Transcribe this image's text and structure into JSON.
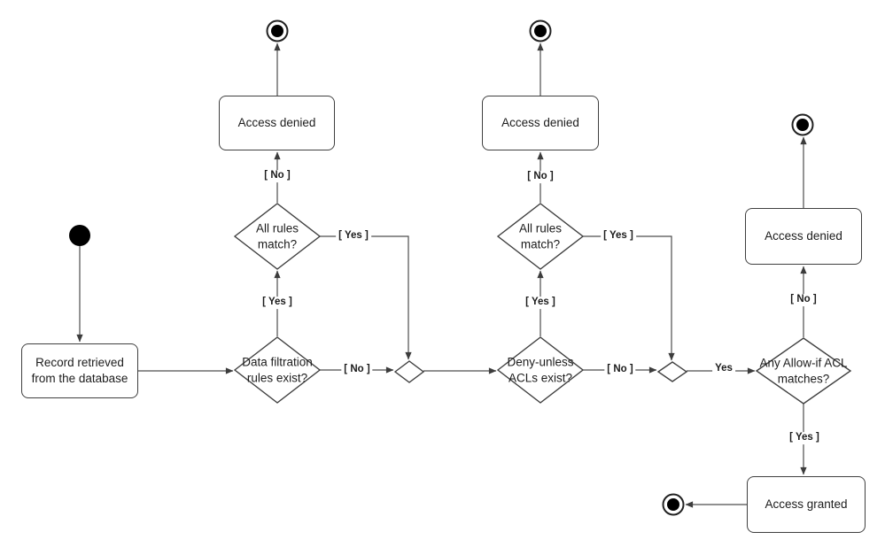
{
  "diagram": {
    "type": "uml-activity-flowchart",
    "title": "Access control decision flow",
    "colors": {
      "background": "#ffffff",
      "line_stroke": "#4d4d4d",
      "node_border": "#3f3f3f",
      "node_fill": "#ffffff",
      "text": "#1c1c1c",
      "terminal_fill": "#000000"
    },
    "nodes": {
      "record": {
        "label": "Record retrieved from the database",
        "shape": "rounded-rectangle"
      },
      "filtration": {
        "label": "Data filtration rules exist?",
        "shape": "diamond"
      },
      "match1": {
        "label": "All rules match?",
        "shape": "diamond"
      },
      "denied1": {
        "label": "Access denied",
        "shape": "rounded-rectangle"
      },
      "deny_unless": {
        "label": "Deny-unless ACLs exist?",
        "shape": "diamond"
      },
      "match2": {
        "label": "All rules match?",
        "shape": "diamond"
      },
      "denied2": {
        "label": "Access denied",
        "shape": "rounded-rectangle"
      },
      "allow_if": {
        "label": "Any Allow-if ACL matches?",
        "shape": "diamond"
      },
      "denied3": {
        "label": "Access denied",
        "shape": "rounded-rectangle"
      },
      "granted": {
        "label": "Access granted",
        "shape": "rounded-rectangle"
      }
    },
    "terminals": {
      "start_node": "filled-circle",
      "end_nodes": "ringed-circle x4"
    },
    "edge_labels": {
      "match1_no": "[ No ]",
      "filtration_yes": "[ Yes ]",
      "match1_yes": "[ Yes ]",
      "filtration_no": "[ No ]",
      "match2_no": "[ No ]",
      "deny_unless_yes": "[ Yes ]",
      "match2_yes": "[ Yes ]",
      "deny_unless_no": "[ No ]",
      "merge2_yes": "Yes",
      "allow_if_no": "[ No ]",
      "allow_if_yes": "[ Yes ]"
    }
  }
}
